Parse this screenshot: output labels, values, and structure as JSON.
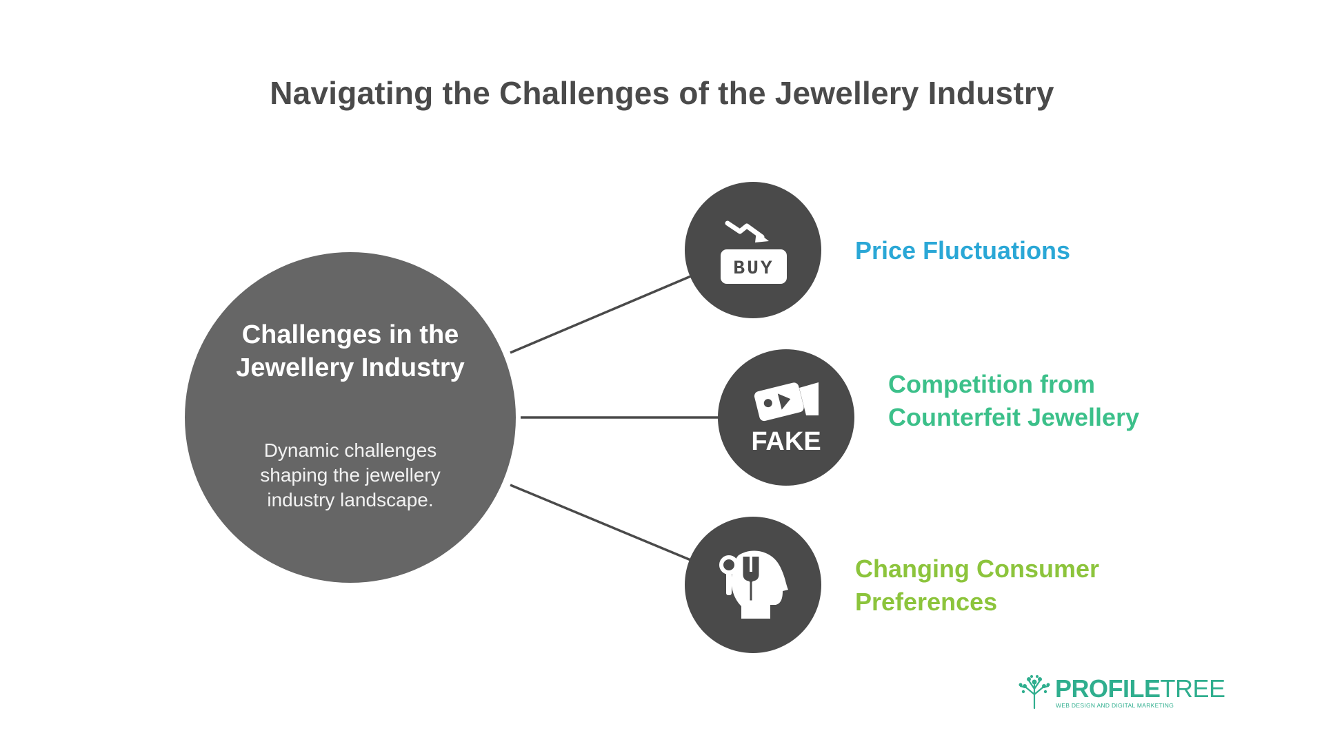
{
  "title": "Navigating the Challenges of the Jewellery Industry",
  "hub": {
    "title": "Challenges in the Jewellery Industry",
    "description": "Dynamic challenges shaping the jewellery industry landscape."
  },
  "branches": [
    {
      "label": "Price Fluctuations",
      "icon": "price-drop-buy-icon",
      "color": "#2aa7d6",
      "icon_text": "BUY"
    },
    {
      "label": "Competition from Counterfeit Jewellery",
      "icon": "fake-tag-icon",
      "color": "#3cc08a",
      "icon_text": "FAKE"
    },
    {
      "label": "Changing Consumer Preferences",
      "icon": "consumer-preference-head-icon",
      "color": "#8cc43c"
    }
  ],
  "colors": {
    "hub": "#666666",
    "node": "#4a4a4a",
    "connector": "#4a4a4a",
    "title": "#4a4a4a"
  },
  "logo": {
    "name_part1": "PROFILE",
    "name_part2": "TREE",
    "tagline": "WEB DESIGN AND DIGITAL MARKETING",
    "color": "#2fae8e"
  }
}
